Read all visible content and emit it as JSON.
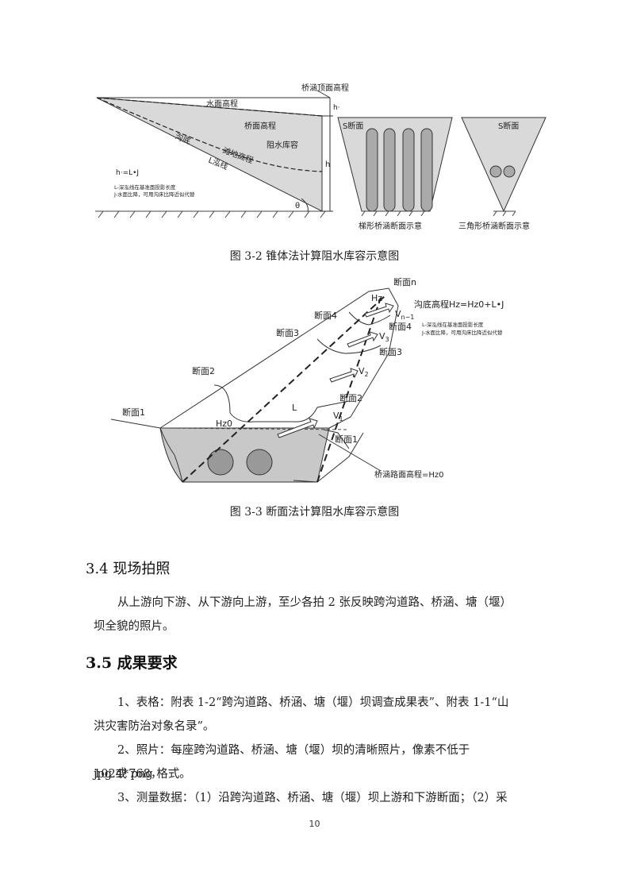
{
  "figure1": {
    "labels": {
      "top_elevation": "桥涵顶面高程",
      "h_prime": "h·",
      "water_level": "水面高程",
      "deck_elevation": "桥面高程",
      "channel_bed": "沟底",
      "reservoir": "阻水库容",
      "floodplain": "滩地高程",
      "thalweg": "L泓线",
      "h": "h",
      "theta": "θ",
      "formula": "h·=L•J",
      "note_line1": "L-深泓线在基准面投影长度",
      "note_line2": "J-水面比降，可用沟床比降近似代替",
      "s_section_1": "S断面",
      "s_section_2": "S断面",
      "trapezoid_caption": "梯形桥涵断面示意",
      "triangle_caption": "三角形桥涵断面示意"
    },
    "caption": "图 3-2  锥体法计算阻水库容示意图"
  },
  "figure2": {
    "labels": {
      "section_n": "断面n",
      "hz": "Hz",
      "bed_formula": "沟底高程Hz=Hz0+L•J",
      "v_n1": "V",
      "v_n1_sub": "n−1",
      "section4_left": "断面4",
      "section4_right": "断面4",
      "note_line1": "L-深泓线在基准面投影长度",
      "note_line2": "J-水面比降，可用沟床比降近似代替",
      "section3_left": "断面3",
      "section3_right": "断面3",
      "v3": "V",
      "v3_sub": "3",
      "section2_left": "断面2",
      "section2_right": "断面2",
      "v2": "V",
      "v2_sub": "2",
      "l": "L",
      "v1": "V",
      "v1_sub": "1",
      "section1_left": "断面1",
      "section1_right": "断面1",
      "hz0": "Hz0",
      "deck_formula": "桥涵路面高程=Hz0"
    },
    "caption": "图 3-3  断面法计算阻水库容示意图"
  },
  "section34": {
    "heading": "3.4  现场拍照",
    "para1_line1": "从上游向下游、从下游向上游，至少各拍 2 张反映跨沟道路、桥涵、塘（堰）",
    "para1_line2": "坝全貌的照片。"
  },
  "section35": {
    "heading": "3.5  成果要求",
    "item1_line1": "1、表格：附表 1-2“跨沟道路、桥涵、塘（堰）坝调查成果表”、附表 1-1“山",
    "item1_line2": "洪灾害防治对象名录”。",
    "item2_line1": "2、照片：每座跨沟道路、桥涵、塘（堰）坝的清晰照片，像素不低于 1024*768，",
    "item2_line2": "jpg 或 png 格式。",
    "item3_line1": "3、测量数据：（1）沿跨沟道路、桥涵、塘（堰）坝上游和下游断面；（2）采"
  },
  "page_number": "10"
}
